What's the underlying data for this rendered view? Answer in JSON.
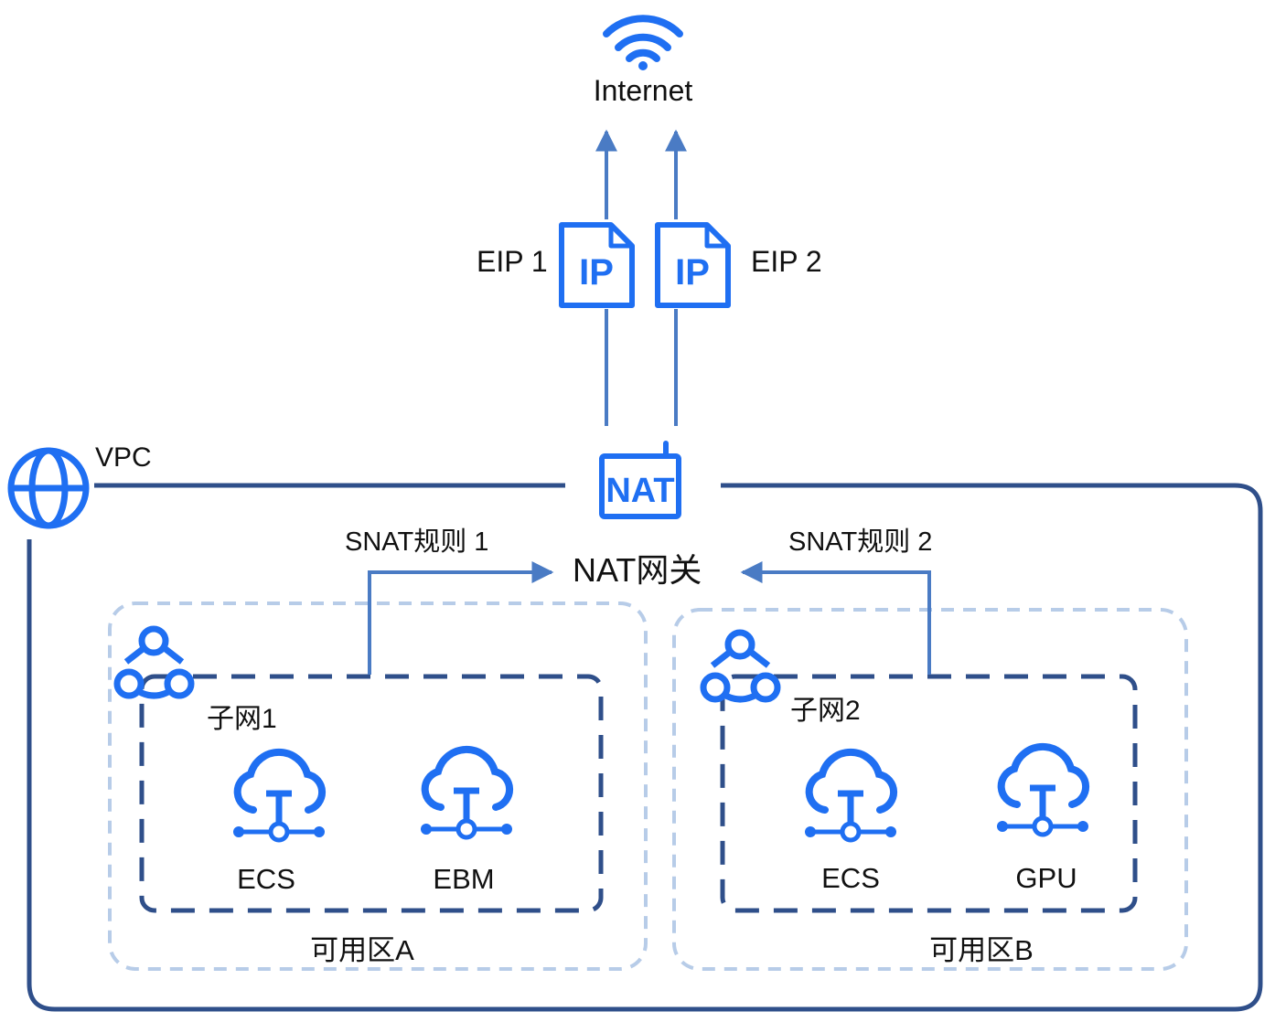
{
  "internet": {
    "label": "Internet"
  },
  "eips": [
    {
      "label": "EIP 1",
      "icon_text": "IP"
    },
    {
      "label": "EIP 2",
      "icon_text": "IP"
    }
  ],
  "vpc": {
    "label": "VPC"
  },
  "nat": {
    "icon_text": "NAT",
    "gateway_label": "NAT网关"
  },
  "snat_rules": [
    {
      "label": "SNAT规则 1"
    },
    {
      "label": "SNAT规则 2"
    }
  ],
  "zones": [
    {
      "label": "可用区A",
      "subnet": {
        "label": "子网1",
        "instances": [
          {
            "label": "ECS"
          },
          {
            "label": "EBM"
          }
        ]
      }
    },
    {
      "label": "可用区B",
      "subnet": {
        "label": "子网2",
        "instances": [
          {
            "label": "ECS"
          },
          {
            "label": "GPU"
          }
        ]
      }
    }
  ],
  "colors": {
    "icon_blue": "#1f6ff2",
    "line_blue": "#4a7bc4",
    "vpc_border": "#2f4f8a",
    "zone_border": "#b7cce8",
    "subnet_border": "#2f4f8a"
  }
}
